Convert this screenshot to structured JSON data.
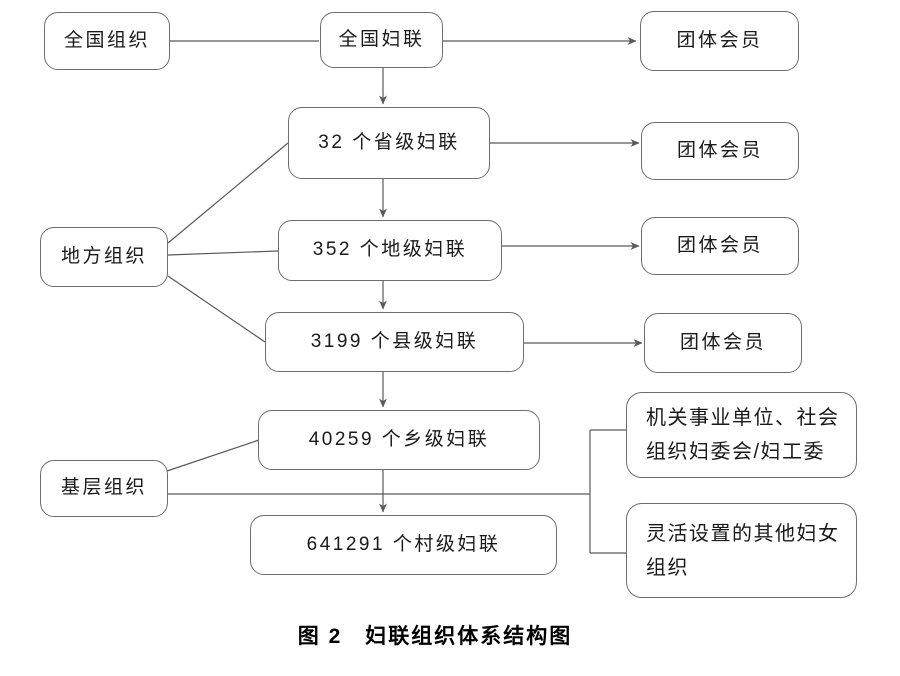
{
  "figure": {
    "caption": "图 2　妇联组织体系结构图",
    "colors": {
      "line": "#595959",
      "box_border": "#6e6e6e",
      "text": "#1a1a1a",
      "background": "#ffffff"
    },
    "nodes": {
      "national_org": "全国组织",
      "national_fulian": "全国妇联",
      "group_member_1": "团体会员",
      "group_member_2": "团体会员",
      "group_member_3": "团体会员",
      "group_member_4": "团体会员",
      "provincial": "32 个省级妇联",
      "local_org": "地方组织",
      "prefecture": "352 个地级妇联",
      "county": "3199 个县级妇联",
      "township": "40259 个乡级妇联",
      "grassroots_org": "基层组织",
      "village": "641291 个村级妇联",
      "org_committees": "机关事业单位、社会组织妇委会/妇工委",
      "flexible_orgs": "灵活设置的其他妇女组织"
    }
  }
}
